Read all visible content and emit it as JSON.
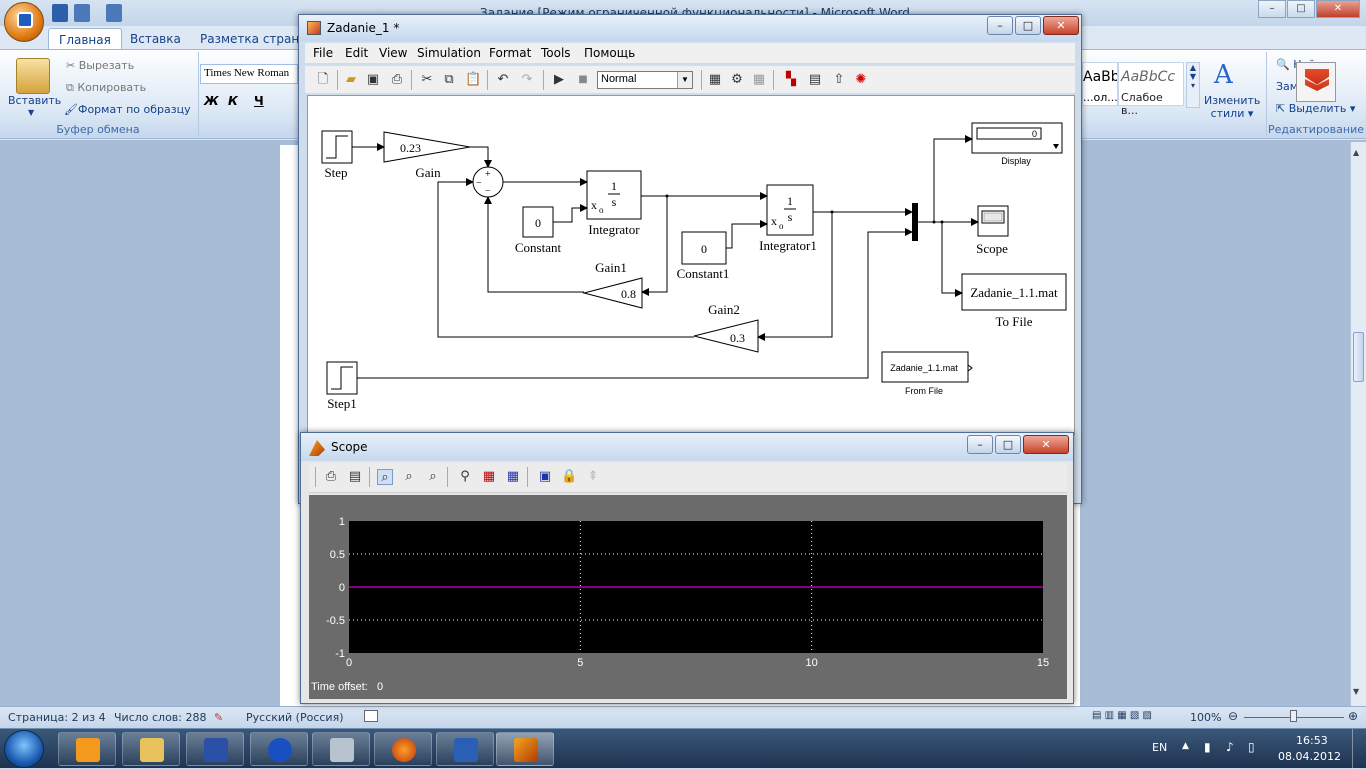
{
  "word": {
    "title": "Задание [Режим ограниченной функциональности] - Microsoft Word",
    "tabs": [
      "Главная",
      "Вставка",
      "Разметка страниц"
    ],
    "clipboard": {
      "paste": "Вставить",
      "cut": "Вырезать",
      "copy": "Копировать",
      "format_painter": "Формат по образцу",
      "group": "Буфер обмена"
    },
    "font_name": "Times New Roman",
    "font_buttons": [
      "Ж",
      "К",
      "Ч"
    ],
    "styles": {
      "style1": "AaBbCcI",
      "style2": "AaBbCc",
      "style1_label": "...ол...",
      "style2_label": "Слабое в...",
      "change": "Изменить",
      "change2": "стили"
    },
    "editing": {
      "find": "Найти",
      "replace": "Заменить",
      "select": "Выделить",
      "group": "Редактирование"
    },
    "status": {
      "page": "Страница: 2 из 4",
      "words": "Число слов: 288",
      "lang": "Русский (Россия)",
      "zoom": "100%"
    }
  },
  "simulink": {
    "title": "Zadanie_1 *",
    "menu": [
      "File",
      "Edit",
      "View",
      "Simulation",
      "Format",
      "Tools",
      "Помощь"
    ],
    "mode": "Normal",
    "blocks": {
      "step": "Step",
      "gain": "Gain",
      "gain_value": "0.23",
      "sum_plus": "+",
      "sum_minus1": "−",
      "sum_minus2": "−",
      "integrator": "Integrator",
      "integrator1": "Integrator1",
      "int_num": "1",
      "int_den": "s",
      "int_x0": "x",
      "int_x0_sub": "o",
      "constant": "Constant",
      "constant_value": "0",
      "constant1": "Constant1",
      "constant1_value": "0",
      "gain1": "Gain1",
      "gain1_value": "0.8",
      "gain2": "Gain2",
      "gain2_value": "0.3",
      "display": "Display",
      "display_value": "0",
      "scope": "Scope",
      "to_file": "To File",
      "to_file_name": "Zadanie_1.1.mat",
      "from_file": "From File",
      "from_file_name": "Zadanie_1.1.mat",
      "step1": "Step1"
    }
  },
  "scope": {
    "title": "Scope",
    "time_offset_label": "Time offset:",
    "time_offset_value": "0"
  },
  "chart_data": {
    "type": "line",
    "title": "",
    "xlabel": "",
    "ylabel": "",
    "xlim": [
      0,
      15
    ],
    "ylim": [
      -1,
      1
    ],
    "xticks": [
      "0",
      "5",
      "10",
      "15"
    ],
    "yticks": [
      "1",
      "0.5",
      "0",
      "-0.5",
      "-1"
    ],
    "grid": true,
    "series": [
      {
        "x": [
          0,
          15
        ],
        "values": [
          0,
          0
        ],
        "color": "#ff00ff"
      }
    ]
  },
  "taskbar": {
    "lang": "EN",
    "time": "16:53",
    "date": "08.04.2012"
  },
  "colors": {
    "accent": "#15428b",
    "plot_bg": "#000000",
    "series": "#ff00ff"
  }
}
